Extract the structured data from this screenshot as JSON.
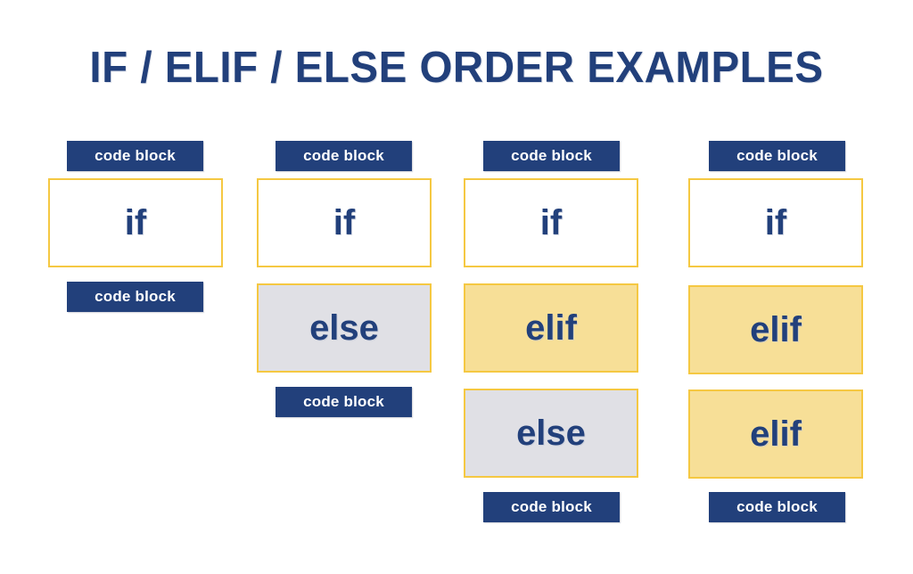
{
  "page": {
    "title": "IF / ELIF / ELSE ORDER EXAMPLES",
    "background_color": "#FFFFFF"
  },
  "colors": {
    "navy": "#22407B",
    "yellow_border": "#F5C842",
    "yellow_fill": "#F7DF97",
    "gray_fill": "#E0E0E5",
    "white_fill": "#FFFFFF"
  },
  "labels": {
    "code_block": "code block"
  },
  "columns": [
    {
      "id": "example-1",
      "top_label": "code block",
      "blocks": [
        {
          "keyword": "if",
          "fill": "white"
        }
      ],
      "bottom_label": "code block"
    },
    {
      "id": "example-2",
      "top_label": "code block",
      "blocks": [
        {
          "keyword": "if",
          "fill": "white"
        },
        {
          "keyword": "else",
          "fill": "gray"
        }
      ],
      "bottom_label": "code block"
    },
    {
      "id": "example-3",
      "top_label": "code block",
      "blocks": [
        {
          "keyword": "if",
          "fill": "white"
        },
        {
          "keyword": "elif",
          "fill": "yellow"
        },
        {
          "keyword": "else",
          "fill": "gray"
        }
      ],
      "bottom_label": "code block"
    },
    {
      "id": "example-4",
      "top_label": "code block",
      "blocks": [
        {
          "keyword": "if",
          "fill": "white"
        },
        {
          "keyword": "elif",
          "fill": "yellow"
        },
        {
          "keyword": "elif",
          "fill": "yellow"
        }
      ],
      "bottom_label": "code block"
    }
  ]
}
